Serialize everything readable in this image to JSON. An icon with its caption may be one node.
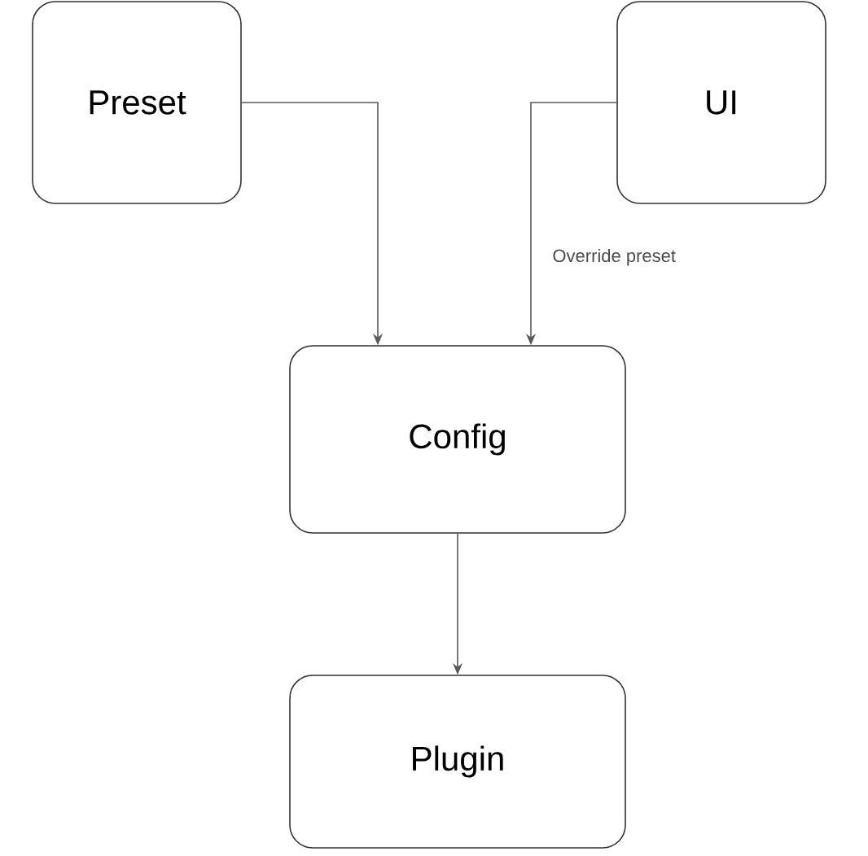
{
  "diagram": {
    "nodes": [
      {
        "text": [
          "Preset"
        ]
      },
      {
        "text": [
          "UI"
        ]
      },
      {
        "text": [
          "Config"
        ]
      },
      {
        "text": [
          "Plugin"
        ]
      }
    ],
    "edges": [
      {
        "from": 0,
        "to": 2,
        "arrow": "to"
      },
      {
        "from": 1,
        "to": 2,
        "arrow": "to",
        "label": "Override preset"
      },
      {
        "from": 2,
        "to": 3,
        "arrow": "to"
      }
    ]
  }
}
